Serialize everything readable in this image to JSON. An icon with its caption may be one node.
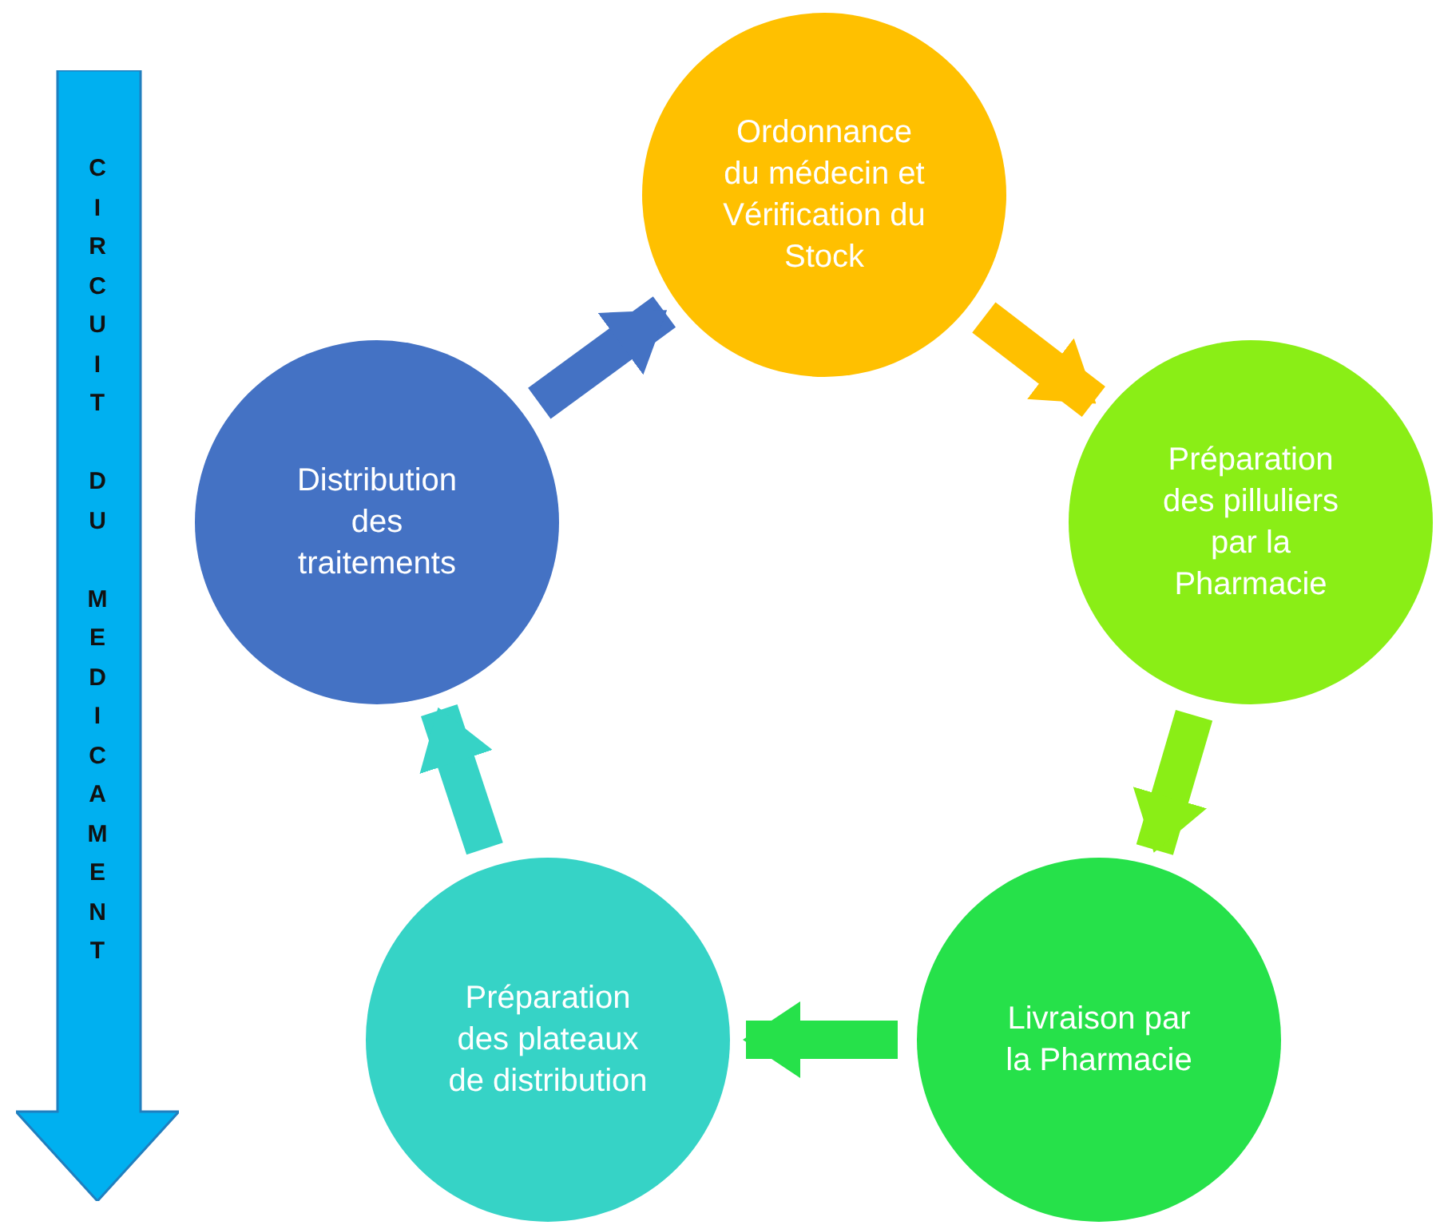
{
  "diagram": {
    "nodes": [
      {
        "text": [
          "CIRCUIT DU MEDICAMENT"
        ]
      },
      {
        "text": [
          "Ordonnance du médecin et Vérification du Stock"
        ]
      },
      {
        "text": [
          "Préparation des pilluliers par la Pharmacie"
        ]
      },
      {
        "text": [
          "Livraison par la Pharmacie"
        ]
      },
      {
        "text": [
          "Préparation des plateaux de distribution"
        ]
      },
      {
        "text": [
          "Distribution des traitements"
        ]
      }
    ],
    "edges": [
      {
        "from": 5,
        "to": 1,
        "arrow": "to",
        "color": "#4472c4"
      },
      {
        "from": 1,
        "to": 2,
        "arrow": "to",
        "color": "#ffc000"
      },
      {
        "from": 2,
        "to": 3,
        "arrow": "to",
        "color": "#8aee16"
      },
      {
        "from": 3,
        "to": 4,
        "arrow": "to",
        "color": "#26e14a"
      },
      {
        "from": 4,
        "to": 5,
        "arrow": "to",
        "color": "#36d3c6"
      }
    ]
  }
}
